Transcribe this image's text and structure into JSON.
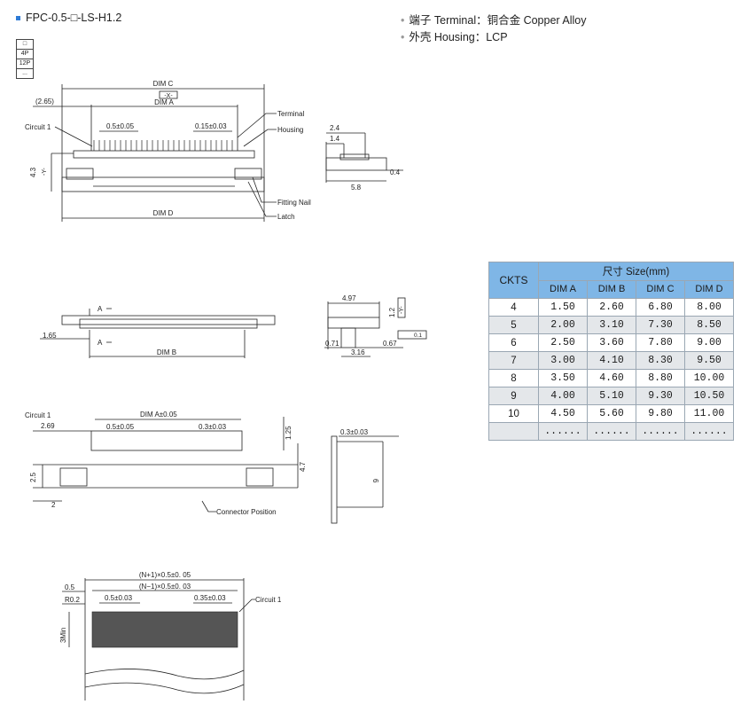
{
  "title": "FPC-0.5-□-LS-H1.2",
  "specs": [
    "端子 Terminal：铜合金 Copper Alloy",
    "外壳 Housing：LCP"
  ],
  "pin_box": [
    "□",
    "4P",
    "12P",
    "..."
  ],
  "view1": {
    "dim_c": "DIM C",
    "x_datum": "-X-",
    "dim_a": "DIM A",
    "offset": "(2.65)",
    "circuit1": "Circuit 1",
    "pitch": "0.5±0.05",
    "width_tol": "0.15±0.03",
    "terminal": "Terminal",
    "housing": "Housing",
    "height": "4.3",
    "y_datum": "-Y-",
    "fitting_nail": "Fitting Nail",
    "latch": "Latch",
    "dim_d": "DIM D"
  },
  "side1": {
    "d1": "2.4",
    "d2": "1.4",
    "d3": "5.8",
    "d4": "0.4"
  },
  "view2": {
    "a_mark": "A",
    "dim_b": "DIM B",
    "off": "1.65"
  },
  "side2": {
    "d1": "4.97",
    "d2": "1.2",
    "y": "-Y-",
    "d3": "0.71",
    "d4": "0.67",
    "d5": "3.16",
    "tol": "0.1"
  },
  "view3": {
    "circuit1": "Circuit 1",
    "dim_a_tol": "DIM A±0.05",
    "off": "2.69",
    "pitch": "0.5±0.05",
    "w": "0.3±0.03",
    "h1": "1.25",
    "h2": "4.7",
    "h3": "2.5",
    "w2": "2",
    "connector_position": "Connector Position"
  },
  "side3": {
    "thk": "0.3±0.03",
    "h": "6"
  },
  "view4": {
    "n_plus": "(N+1)×0.5±0. 05",
    "n_minus": "(N−1)×0.5±0. 03",
    "d05": "0.5",
    "r": "R0.2",
    "pitch": "0.5±0.03",
    "w": "0.35±0.03",
    "circuit1": "Circuit 1",
    "min": "3Min"
  },
  "table": {
    "ckts_header": "CKTS",
    "size_header": "尺寸 Size(mm)",
    "dim_headers": [
      "DIM A",
      "DIM B",
      "DIM C",
      "DIM D"
    ],
    "rows": [
      [
        "4",
        "1.50",
        "2.60",
        "6.80",
        "8.00"
      ],
      [
        "5",
        "2.00",
        "3.10",
        "7.30",
        "8.50"
      ],
      [
        "6",
        "2.50",
        "3.60",
        "7.80",
        "9.00"
      ],
      [
        "7",
        "3.00",
        "4.10",
        "8.30",
        "9.50"
      ],
      [
        "8",
        "3.50",
        "4.60",
        "8.80",
        "10.00"
      ],
      [
        "9",
        "4.00",
        "5.10",
        "9.30",
        "10.50"
      ],
      [
        "10",
        "4.50",
        "5.60",
        "9.80",
        "11.00"
      ],
      [
        "",
        "......",
        "......",
        "......",
        "......"
      ]
    ]
  }
}
